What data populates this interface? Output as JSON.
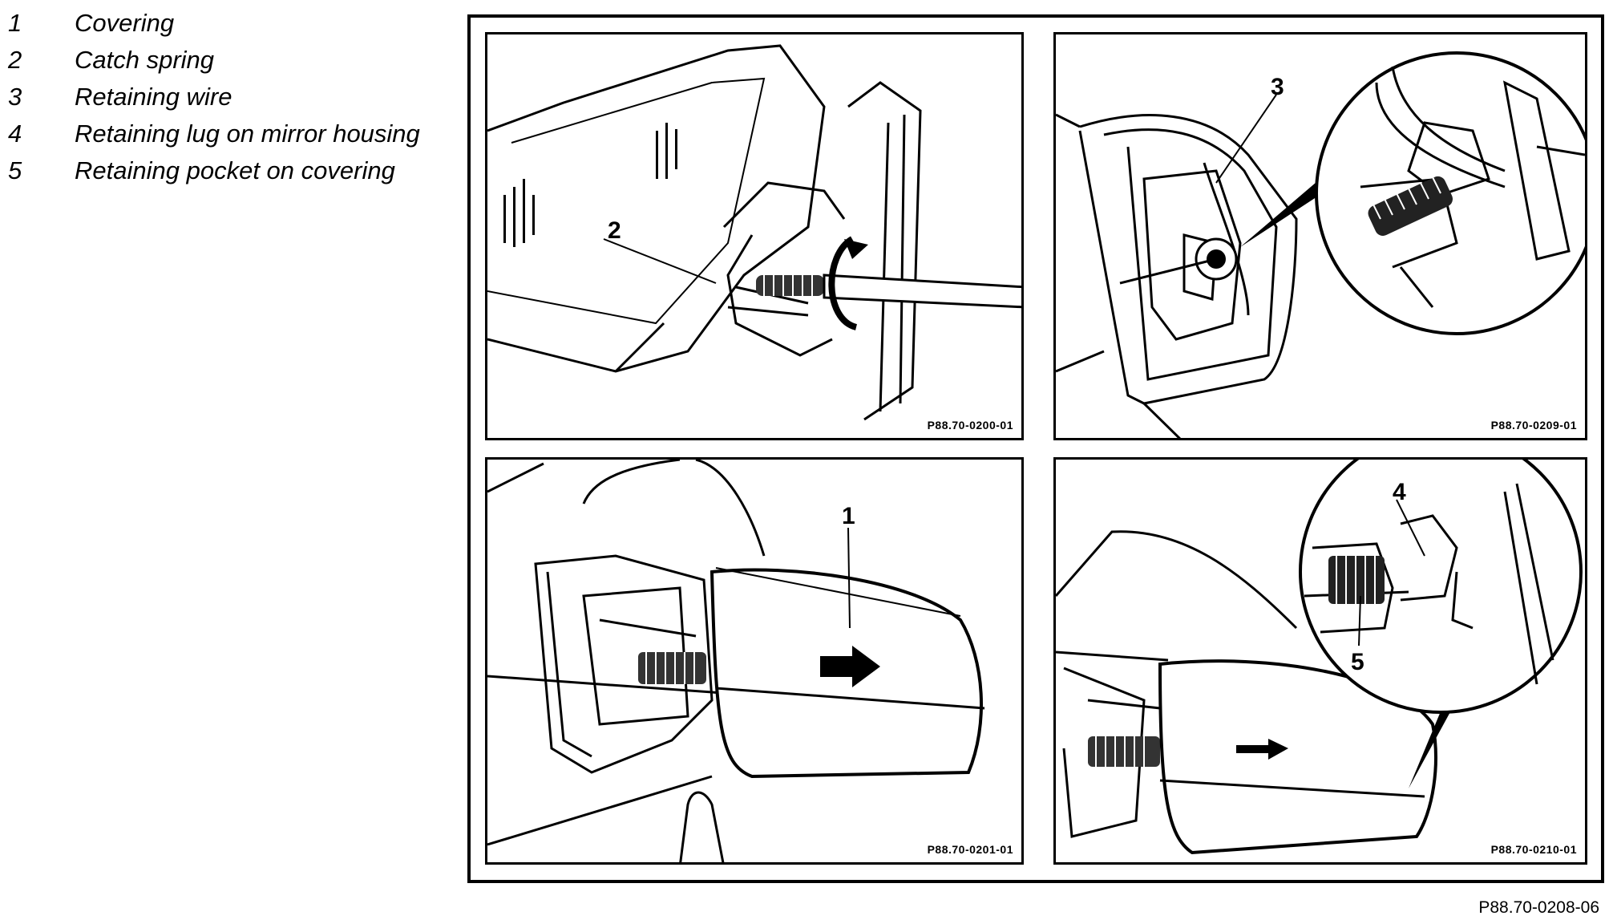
{
  "legend": [
    {
      "num": "1",
      "text": "Covering"
    },
    {
      "num": "2",
      "text": "Catch spring"
    },
    {
      "num": "3",
      "text": "Retaining wire"
    },
    {
      "num": "4",
      "text": "Retaining lug on mirror housing"
    },
    {
      "num": "5",
      "text": "Retaining pocket on covering"
    }
  ],
  "panels": {
    "top_left": {
      "code": "P88.70-0200-01",
      "callouts": [
        "2"
      ]
    },
    "top_right": {
      "code": "P88.70-0209-01",
      "callouts": [
        "3"
      ]
    },
    "bottom_left": {
      "code": "P88.70-0201-01",
      "callouts": [
        "1"
      ]
    },
    "bottom_right": {
      "code": "P88.70-0210-01",
      "callouts": [
        "4",
        "5"
      ]
    }
  },
  "figure_reference": "P88.70-0208-06"
}
